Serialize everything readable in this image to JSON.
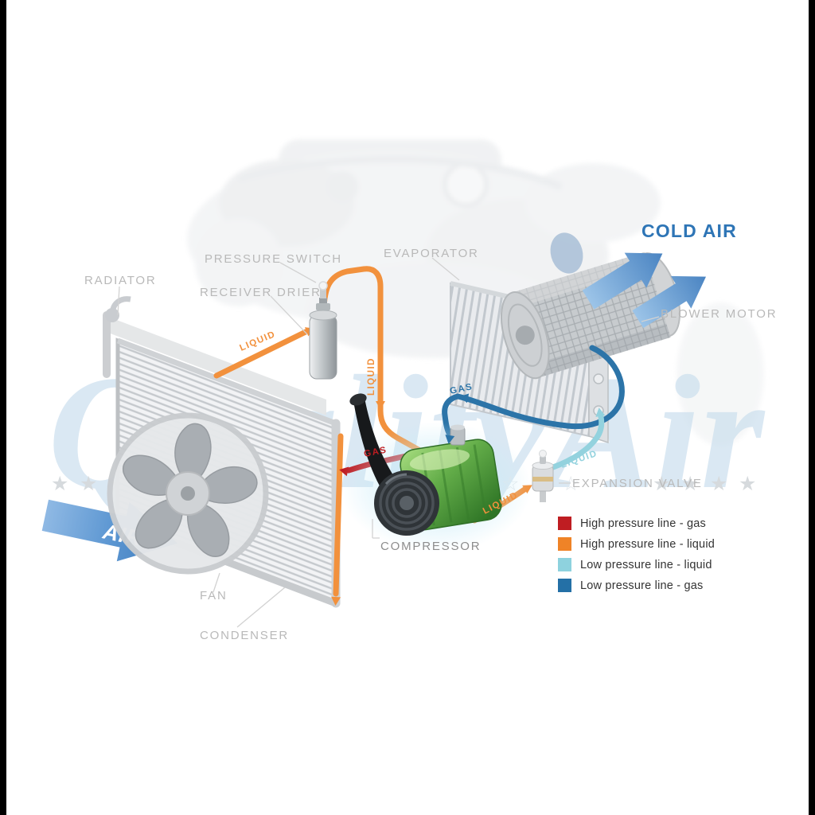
{
  "watermark": {
    "text": "QualityAir",
    "color": "#cbdfee"
  },
  "component_labels": {
    "radiator": "RADIATOR",
    "pressure_switch": "PRESSURE SWITCH",
    "receiver_drier": "RECEIVER DRIER",
    "evaporator": "EVAPORATOR",
    "blower_motor": "BLOWER MOTOR",
    "expansion_valve": "EXPANSION VALVE",
    "compressor": "COMPRESSOR",
    "fan": "FAN",
    "condenser": "CONDENSER"
  },
  "air": {
    "cold_air": "COLD AIR",
    "air": "AIR"
  },
  "flow_labels": {
    "to_drier": "LIQUID",
    "main_vertical": "LIQUID",
    "evap_out": "GAS",
    "comp_out": "GAS",
    "to_evaporator": "LIQUID",
    "to_valve": "LIQUID"
  },
  "legend": {
    "items": [
      {
        "color": "#bf1d22",
        "label": "High pressure line - gas"
      },
      {
        "color": "#ef8327",
        "label": "High pressure line - liquid"
      },
      {
        "color": "#8ed2de",
        "label": "Low pressure line - liquid"
      },
      {
        "color": "#2470a6",
        "label": "Low pressure line - gas"
      }
    ]
  },
  "colors": {
    "high_pressure_gas": "#bf1d22",
    "high_pressure_liquid": "#f2913d",
    "low_pressure_liquid": "#93d2de",
    "low_pressure_gas": "#2c74a8",
    "cold_air_text": "#2e75b6"
  }
}
